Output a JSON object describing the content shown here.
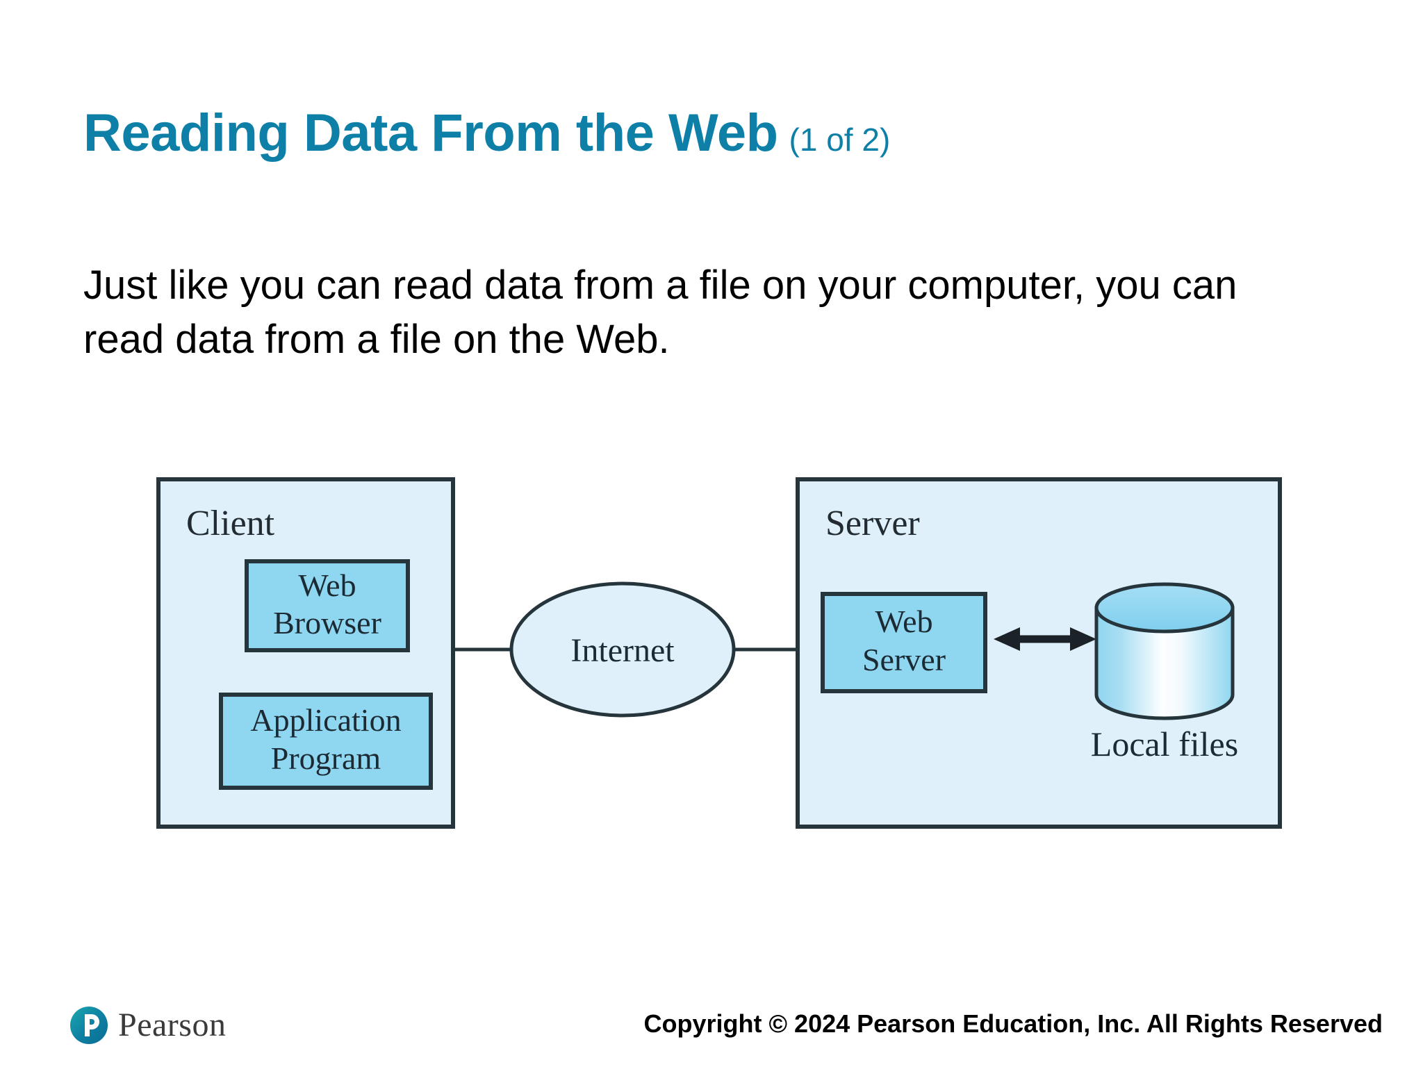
{
  "slide": {
    "title_main": "Reading Data From the Web",
    "title_suffix": "(1 of 2)",
    "title_color": "#0E7FA6",
    "body_text": "Just like you can read data from a file on your computer, you can read data from a file on the Web."
  },
  "figure": {
    "name": "client-server-web-diagram",
    "colors": {
      "outer_fill": "#DFF0FA",
      "inner_fill": "#8FD6F0",
      "stroke": "#26343C",
      "cylinder_top": "#8FD6F0",
      "cylinder_body_edge": "#8FD6F0",
      "cylinder_body_center": "#FFFFFF"
    },
    "client_box": {
      "label": "Client",
      "inner_boxes": [
        {
          "label_line1": "Web",
          "label_line2": "Browser"
        },
        {
          "label_line1": "Application",
          "label_line2": "Program"
        }
      ]
    },
    "cloud": {
      "label": "Internet"
    },
    "server_box": {
      "label": "Server",
      "inner_boxes": [
        {
          "label_line1": "Web",
          "label_line2": "Server"
        }
      ],
      "storage": {
        "label": "Local files"
      },
      "link": {
        "name": "bidirectional-arrow"
      }
    }
  },
  "footer": {
    "brand": "Pearson",
    "copyright": "Copyright © 2024 Pearson Education, Inc. All Rights Reserved",
    "logo_color_outer": "#0B7C9B",
    "logo_color_inner": "#1B9AA8"
  }
}
